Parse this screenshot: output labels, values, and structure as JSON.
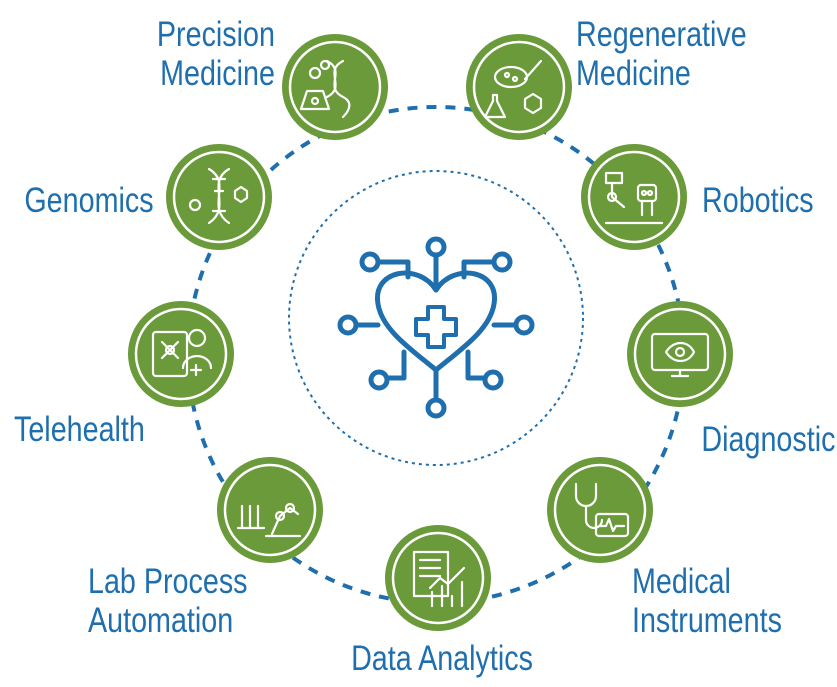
{
  "colors": {
    "accent_blue": "#1f6fae",
    "node_green": "#6a9a3a",
    "node_ring": "#ffffff",
    "icon_stroke": "#ffffff"
  },
  "center": {
    "icon": "heart-circuit-medical-cross-icon"
  },
  "nodes": [
    {
      "id": "precision-medicine",
      "label_lines": [
        "Precision",
        "Medicine"
      ],
      "icon": "molecule-dna-flask-icon"
    },
    {
      "id": "regenerative-medicine",
      "label_lines": [
        "Regenerative",
        "Medicine"
      ],
      "icon": "petri-dish-pipette-flask-icon"
    },
    {
      "id": "robotics",
      "label_lines": [
        "Robotics"
      ],
      "icon": "robot-arm-icon"
    },
    {
      "id": "diagnostic",
      "label_lines": [
        "Diagnostic"
      ],
      "icon": "monitor-scan-icon"
    },
    {
      "id": "medical-instruments",
      "label_lines": [
        "Medical",
        "Instruments"
      ],
      "icon": "stethoscope-monitor-icon"
    },
    {
      "id": "data-analytics",
      "label_lines": [
        "Data Analytics"
      ],
      "icon": "binary-chart-document-icon"
    },
    {
      "id": "lab-process-automation",
      "label_lines": [
        "Lab Process",
        "Automation"
      ],
      "icon": "lab-robot-test-tubes-icon"
    },
    {
      "id": "telehealth",
      "label_lines": [
        "Telehealth"
      ],
      "icon": "doctor-tablet-icon"
    },
    {
      "id": "genomics",
      "label_lines": [
        "Genomics"
      ],
      "icon": "dna-helix-icon"
    }
  ]
}
